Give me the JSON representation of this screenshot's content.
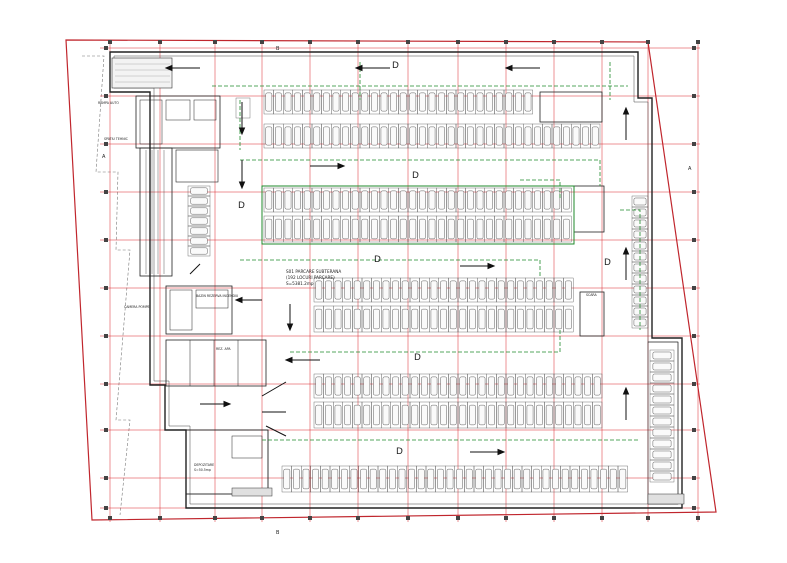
{
  "sheet": {
    "title_line1": "S01 PARCARE SUBTERANA",
    "title_line2": "(192 LOCURI PARCARE)",
    "title_line3": "S=5381.2mp"
  },
  "section_marks": {
    "a": "A",
    "b": "B"
  },
  "direction_label": "D",
  "rooms": [
    {
      "id": "room-1",
      "text": "RAMPA AUTO"
    },
    {
      "id": "room-2",
      "text": "SPATIU TEHNIC"
    },
    {
      "id": "room-3",
      "text": "CAMERA POMPE"
    },
    {
      "id": "room-4",
      "text": "BAZIN REZERVA INCENDIU"
    },
    {
      "id": "room-5",
      "text": "REZ. APA"
    },
    {
      "id": "room-6",
      "text": "DEPOZITARE"
    },
    {
      "id": "room-7",
      "text": "S=50.5mp"
    },
    {
      "id": "room-8",
      "text": "SCARA"
    }
  ],
  "colors": {
    "grid": "#d9262c",
    "wall": "#222222",
    "route": "#1f8a2b",
    "car": "#555555",
    "boundary": "#c0262d"
  }
}
